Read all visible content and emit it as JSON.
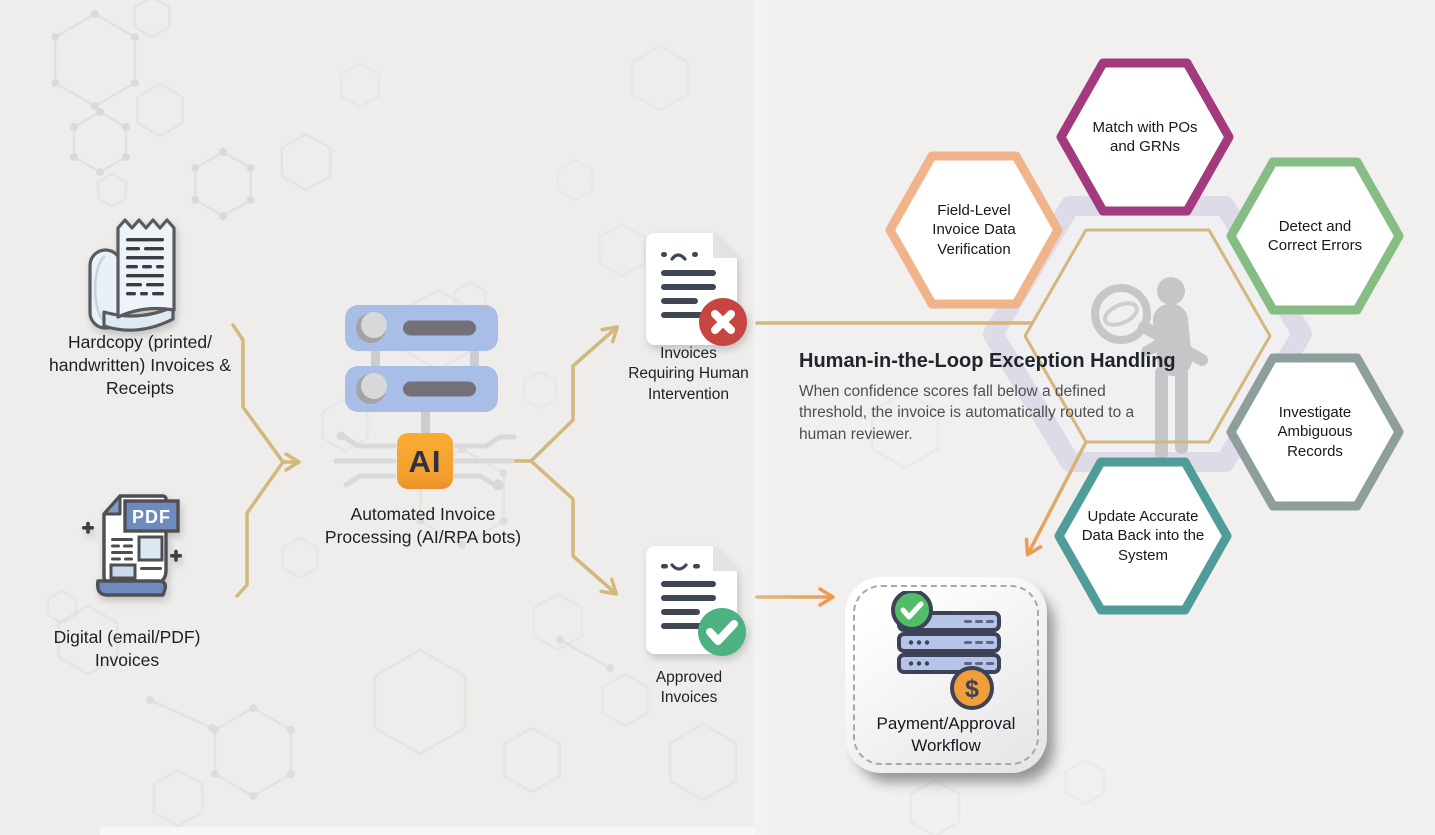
{
  "sources": {
    "hardcopy": {
      "icon": "receipt-icon",
      "label": "Hardcopy (printed/\nhandwritten) Invoices &\nReceipts"
    },
    "digital": {
      "icon": "pdf-file-icon",
      "badge_text": "PDF",
      "label": "Digital (email/PDF)\nInvoices"
    }
  },
  "processor": {
    "icon": "ai-server-icon",
    "chip_label": "AI",
    "label": "Automated Invoice\nProcessing (AI/RPA bots)"
  },
  "branches": {
    "exception": {
      "icon": "document-error-icon",
      "label": "Invoices\nRequiring Human\nIntervention"
    },
    "approved": {
      "icon": "document-approved-icon",
      "label": "Approved\nInvoices"
    }
  },
  "hitl": {
    "title": "Human-in-the-Loop Exception Handling",
    "description": "When confidence scores fall below a defined\nthreshold, the invoice is automatically routed to a\nhuman reviewer.",
    "center_icon": "person-magnifier-icon"
  },
  "hexagon_steps": [
    {
      "label": "Match with POs\nand GRNs",
      "border_color": "#a23a7d"
    },
    {
      "label": "Field-Level\nInvoice Data\nVerification",
      "border_color": "#f0b38a"
    },
    {
      "label": "Detect and\nCorrect Errors",
      "border_color": "#85bd84"
    },
    {
      "label": "Investigate\nAmbiguous\nRecords",
      "border_color": "#8d9e9d"
    },
    {
      "label": "Update Accurate\nData Back into the\nSystem",
      "border_color": "#4f9c99"
    }
  ],
  "payment": {
    "icon": "payment-server-icon",
    "coin_symbol": "$",
    "label": "Payment/Approval\nWorkflow"
  },
  "colors": {
    "background": "#eeedec",
    "arrow_gold": "#d2b87b",
    "arrow_orange": "#ee9a52",
    "cluster_band": "#dedbe9",
    "ring_gold": "#d2b87b",
    "error_badge": "#c64540",
    "approved_badge": "#4db181",
    "ai_chip": "#f5a12e",
    "server_blue": "#a9bee6",
    "payment_green": "#52bd68",
    "payment_coin": "#f19d3a",
    "person_gray": "#c6c6c8"
  }
}
